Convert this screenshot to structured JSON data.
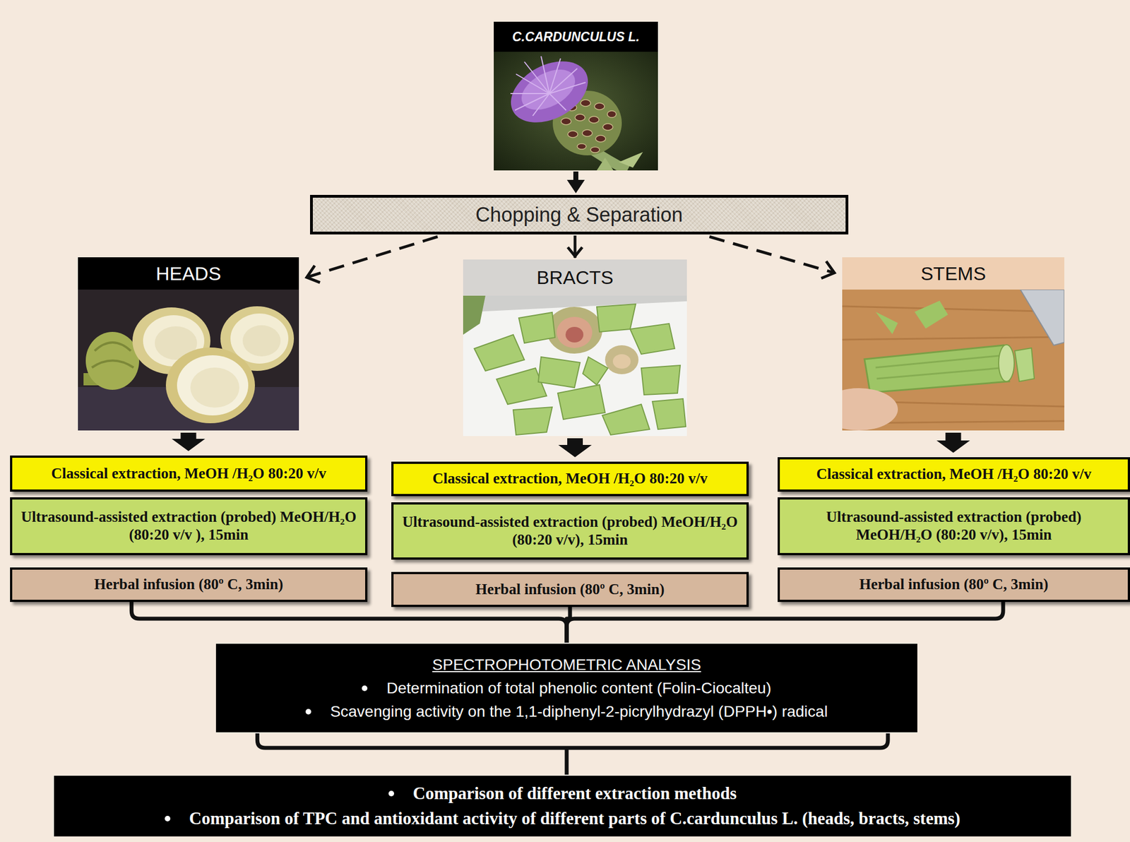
{
  "diagram": {
    "nodes": [
      {
        "text": [
          "C.CARDUNCULUS L."
        ]
      },
      {
        "text": [
          "Chopping & Separation"
        ]
      },
      {
        "text": [
          "HEADS"
        ]
      },
      {
        "text": [
          "BRACTS"
        ]
      },
      {
        "text": [
          "STEMS"
        ]
      },
      {
        "text": [
          "Classical extraction, MeOH /H₂O 80:20 v/v"
        ]
      },
      {
        "text": [
          "Ultrasound-assisted extraction (probed) MeOH/H₂O (80:20 v/v ), 15min"
        ]
      },
      {
        "text": [
          "Herbal infusion (80º C, 3min)"
        ]
      },
      {
        "text": [
          "Classical extraction, MeOH /H₂O 80:20 v/v"
        ]
      },
      {
        "text": [
          "Ultrasound-assisted extraction (probed) MeOH/H₂O (80:20 v/v), 15min"
        ]
      },
      {
        "text": [
          "Herbal infusion (80º C, 3min)"
        ]
      },
      {
        "text": [
          "Classical extraction, MeOH /H₂O 80:20 v/v"
        ]
      },
      {
        "text": [
          "Ultrasound-assisted extraction (probed) MeOH/H₂O (80:20 v/v), 15min"
        ]
      },
      {
        "text": [
          "Herbal infusion (80º C, 3min)"
        ]
      },
      {
        "text": [
          "SPECTROPHOTOMETRIC ANALYSIS",
          "Determination of total phenolic content (Folin-Ciocalteu)",
          "Scavenging activity on the 1,1-diphenyl-2-picrylhydrazyl (DPPH•) radical"
        ]
      },
      {
        "text": [
          "Comparison of different extraction methods",
          "Comparison of TPC and antioxidant activity of different parts of C.cardunculus L. (heads, bracts, stems)"
        ]
      }
    ],
    "edges": [
      {
        "from": 0,
        "to": 1,
        "arrow": "to"
      },
      {
        "from": 1,
        "to": 2,
        "arrow": "to"
      },
      {
        "from": 1,
        "to": 3,
        "arrow": "to"
      },
      {
        "from": 1,
        "to": 4,
        "arrow": "to"
      },
      {
        "from": 2,
        "to": 5,
        "arrow": "to"
      },
      {
        "from": 3,
        "to": 8,
        "arrow": "to"
      },
      {
        "from": 4,
        "to": 11,
        "arrow": "to"
      },
      {
        "from": 7,
        "to": 14,
        "arrow": "none"
      },
      {
        "from": 10,
        "to": 14,
        "arrow": "none"
      },
      {
        "from": 13,
        "to": 14,
        "arrow": "none"
      },
      {
        "from": 14,
        "to": 15,
        "arrow": "none"
      }
    ]
  }
}
